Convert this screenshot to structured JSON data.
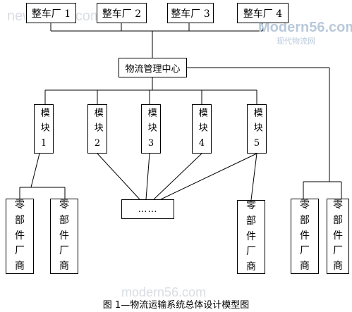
{
  "watermarks": {
    "site1": "newmaker.com",
    "site2": "Modern56.com",
    "site2_sub": "现代物流网",
    "site3": "modern56.com"
  },
  "plants": [
    "整车厂 1",
    "整车厂 2",
    "整车厂 3",
    "整车厂 4"
  ],
  "center": "物流管理中心",
  "modules": [
    {
      "label": "模块",
      "num": "1"
    },
    {
      "label": "模块",
      "num": "2"
    },
    {
      "label": "模块",
      "num": "3"
    },
    {
      "label": "模块",
      "num": "4"
    },
    {
      "label": "模块",
      "num": "5"
    }
  ],
  "ellipsis": "……",
  "suppliers": [
    {
      "chars": [
        "零",
        "部",
        "件",
        "厂",
        "商"
      ]
    },
    {
      "chars": [
        "零",
        "部",
        "件",
        "厂",
        "商"
      ]
    },
    {
      "chars": [
        "零",
        "部",
        "件",
        "厂",
        "商"
      ]
    },
    {
      "chars": [
        "零",
        "部",
        "件",
        "厂",
        "商"
      ]
    },
    {
      "chars": [
        "零",
        "部",
        "件",
        "厂",
        "商"
      ]
    }
  ],
  "caption": "图 1—物流运输系统总体设计模型图"
}
